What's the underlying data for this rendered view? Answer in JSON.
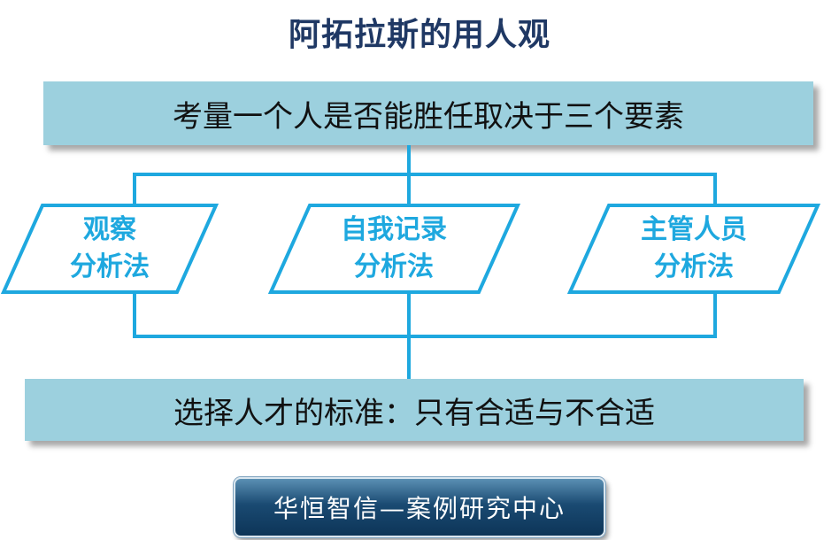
{
  "title": "阿拓拉斯的用人观",
  "top_band": "考量一个人是否能胜任取决于三个要素",
  "methods": [
    {
      "line1": "观察",
      "line2": "分析法"
    },
    {
      "line1": "自我记录",
      "line2": "分析法"
    },
    {
      "line1": "主管人员",
      "line2": "分析法"
    }
  ],
  "bottom_band": "选择人才的标准：只有合适与不合适",
  "badge": "华恒智信—案例研究中心",
  "colors": {
    "band_fill": "#9cd0de",
    "accent_blue": "#1ea8df",
    "title_color": "#1f3864",
    "badge_fill": "#1a4a72"
  }
}
